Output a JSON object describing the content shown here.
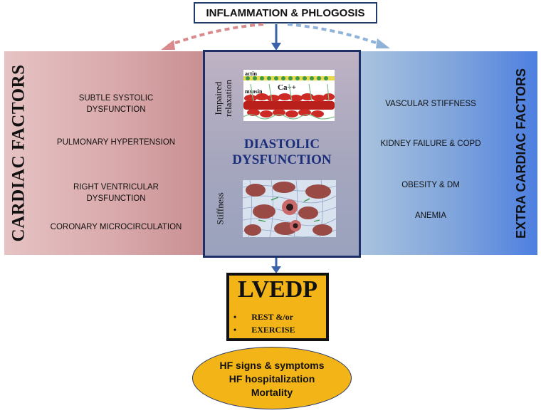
{
  "top": {
    "title": "INFLAMMATION & PHLOGOSIS"
  },
  "left": {
    "title": "CARDIAC FACTORS",
    "items": [
      {
        "line1": "SUBTLE SYSTOLIC",
        "line2": "DYSFUNCTION"
      },
      {
        "line1": "PULMONARY HYPERTENSION",
        "line2": ""
      },
      {
        "line1": "RIGHT VENTRICULAR",
        "line2": "DYSFUNCTION"
      },
      {
        "line1": "CORONARY MICROCIRCULATION",
        "line2": ""
      }
    ]
  },
  "right": {
    "title": "EXTRA CARDIAC FACTORS",
    "items": [
      "VASCULAR STIFFNESS",
      "KIDNEY FAILURE & COPD",
      "OBESITY & DM",
      "ANEMIA"
    ]
  },
  "center": {
    "title_line1": "DIASTOLIC",
    "title_line2": "DYSFUNCTION",
    "impaired_line1": "Impaired",
    "impaired_line2": "relaxation",
    "stiffness": "Stiffness",
    "img_actin": "actin",
    "img_myosin": "myosin",
    "img_ca": "Ca++"
  },
  "lvedp": {
    "title": "LVEDP",
    "bullets": [
      "REST &/or",
      "EXERCISE"
    ]
  },
  "outcomes": [
    "HF signs & symptoms",
    "HF hospitalization",
    "Mortality"
  ],
  "colors": {
    "box_border": "#1c2f66",
    "title_blue": "#1b2e7a",
    "yellow": "#f2b417",
    "left_arrow": "#d98a8c",
    "right_arrow": "#8fb2d8",
    "arrow_blue": "#3a62a8"
  }
}
